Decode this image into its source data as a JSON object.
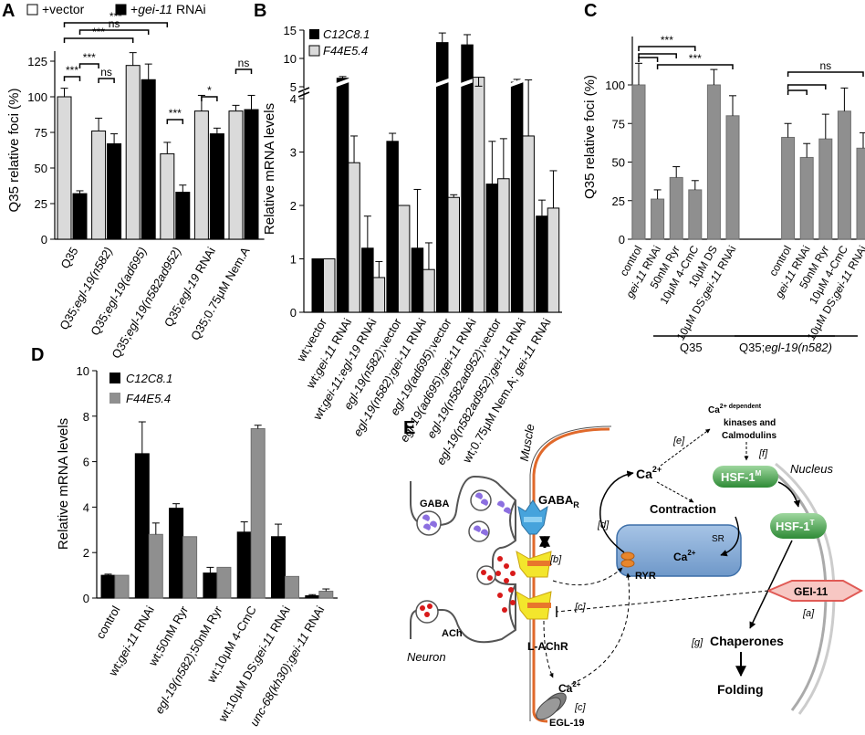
{
  "colors": {
    "black": "#000000",
    "grey": "#8f8f8f",
    "lightgrey": "#dadada",
    "white": "#ffffff",
    "membrane": "#e0692b",
    "ryr": "#7ea7d6",
    "gaba_r": "#46a3dc",
    "achr": "#f3e62c",
    "achr_core": "#e8762c",
    "hsf": "#3c9a45",
    "gei11": "#e05a55",
    "ach_dots": "#d81a1a",
    "gaba_dots": "#8c6fe0",
    "egl19": "#7d7d7d"
  },
  "panel_labels": {
    "A": "A",
    "B": "B",
    "C": "C",
    "D": "D",
    "E": "E"
  },
  "chart_data": [
    {
      "type": "bar",
      "id": "A",
      "ylabel": "Q35 relative foci (%)",
      "ylim": [
        0,
        125
      ],
      "yticks": [
        0,
        25,
        50,
        75,
        100,
        125
      ],
      "legend": [
        {
          "name": "+vector",
          "color": "#ffffff"
        },
        {
          "name": "+gei-11 RNAi",
          "color": "#000000",
          "prefix": "+",
          "italic": "gei-11",
          "suffix": " RNAi"
        }
      ],
      "categories": [
        {
          "label": "Q35",
          "plain": "Q35"
        },
        {
          "label": "Q35;egl-19(n582)",
          "plain": "Q35;",
          "ital": "egl-19(n582)"
        },
        {
          "label": "Q35;egl-19(ad695)",
          "plain": "Q35;",
          "ital": "egl-19(ad695)"
        },
        {
          "label": "Q35;egl-19(n582ad952)",
          "plain": "Q35;",
          "ital": "egl-19(n582ad952)"
        },
        {
          "label": "Q35;egl-19 RNAi",
          "plain": "Q35;",
          "ital": "egl-19",
          "after": " RNAi"
        },
        {
          "label": "Q35;0.75μM Nem.A",
          "plain": "Q35;0.75μM Nem.A"
        }
      ],
      "series": [
        {
          "name": "+vector",
          "values": [
            100,
            76,
            122,
            60,
            90,
            90
          ],
          "errors": [
            6,
            9,
            9,
            8,
            11,
            4
          ]
        },
        {
          "name": "+gei-11 RNAi",
          "values": [
            32,
            67,
            112,
            33,
            74,
            91
          ],
          "errors": [
            2,
            7,
            11,
            5,
            4,
            10
          ]
        }
      ],
      "significance": [
        {
          "label": "***",
          "from": [
            0,
            0
          ],
          "to": [
            0,
            1
          ],
          "level": 0
        },
        {
          "label": "***",
          "from": [
            0,
            1
          ],
          "to": [
            1,
            0
          ],
          "level": 1
        },
        {
          "label": "ns",
          "from": [
            1,
            0
          ],
          "to": [
            1,
            1
          ],
          "level": 2
        },
        {
          "label": "***",
          "from": [
            3,
            0
          ],
          "to": [
            3,
            1
          ],
          "level": 3
        },
        {
          "label": "*",
          "from": [
            4,
            0
          ],
          "to": [
            4,
            1
          ],
          "level": 4
        },
        {
          "label": "ns",
          "from": [
            5,
            0
          ],
          "to": [
            5,
            1
          ],
          "level": 4
        },
        {
          "label": "***",
          "from": [
            0,
            0
          ],
          "to": [
            2,
            0
          ],
          "level": 5
        },
        {
          "label": "ns",
          "from": [
            0,
            1
          ],
          "to": [
            2,
            1
          ],
          "level": 6
        },
        {
          "label": "***",
          "from": [
            0,
            0
          ],
          "to": [
            3,
            0
          ],
          "level": 7
        }
      ]
    },
    {
      "type": "bar",
      "id": "B",
      "ylabel": "Relative mRNA levels",
      "axis_break": true,
      "lower_ylim": [
        0,
        4
      ],
      "lower_yticks": [
        0,
        1,
        2,
        3,
        4
      ],
      "upper_ylim": [
        5,
        15
      ],
      "upper_yticks": [
        5,
        10,
        15
      ],
      "legend": [
        {
          "name": "C12C8.1",
          "color": "#000000"
        },
        {
          "name": "F44E5.4",
          "color": "#dadada"
        }
      ],
      "categories": [
        {
          "label": "wt;vector",
          "plain": "wt;vector"
        },
        {
          "label": "wt;gei-11 RNAi",
          "plain": "wt;",
          "ital": "gei-11",
          "after": " RNAi"
        },
        {
          "label": "wt;gei-11;egl-19 RNAi",
          "plain": "wt;",
          "ital": "gei-11;egl-19",
          "after": " RNAi"
        },
        {
          "label": "egl-19(n582);vector",
          "ital": "egl-19(n582)",
          "after": ";vector"
        },
        {
          "label": "egl-19(n582);gei-11 RNAi",
          "ital": "egl-19(n582);gei-11",
          "after": " RNAi"
        },
        {
          "label": "egl-19(ad695);vector",
          "ital": "egl-19(ad695)",
          "after": ";vector"
        },
        {
          "label": "egl-19(ad695);gei-11 RNAi",
          "ital": "egl-19(ad695);gei-11",
          "after": " RNAi"
        },
        {
          "label": "egl-19(n582ad952);vector",
          "ital": "egl-19(n582ad952)",
          "after": ";vector"
        },
        {
          "label": "egl-19(n582ad952);gei-11 RNAi",
          "ital": "egl-19(n582ad952);gei-11",
          "after": " RNAi"
        },
        {
          "label": "wt;0.75μM Nem.A; gei-11 RNAi",
          "plain": "wt;0.75μM Nem.A; ",
          "ital": "gei-11",
          "after": " RNAi"
        }
      ],
      "series": [
        {
          "name": "C12C8.1",
          "values": [
            1,
            6.5,
            1.2,
            3.2,
            1.2,
            12.8,
            12.4,
            2.4,
            5.8,
            1.8
          ],
          "errors": [
            0,
            0.3,
            0.6,
            0.15,
            1.1,
            1.7,
            1.8,
            0.8,
            0.5,
            0.3
          ]
        },
        {
          "name": "F44E5.4",
          "values": [
            1,
            2.8,
            0.65,
            2,
            0.8,
            2.15,
            4.4,
            2.5,
            3.3,
            1.95
          ],
          "errors": [
            0,
            0.5,
            0.3,
            0,
            0.5,
            0.05,
            0.7,
            0.75,
            1.05,
            0.7
          ]
        }
      ]
    },
    {
      "type": "bar",
      "id": "C",
      "ylabel": "Q35 relative foci (%)",
      "ylim": [
        0,
        125
      ],
      "yticks": [
        0,
        25,
        50,
        75,
        100
      ],
      "group_labels": [
        {
          "label": "Q35"
        },
        {
          "label": "Q35;egl-19(n582)",
          "plain": "Q35;",
          "ital": "egl-19(n582)"
        }
      ],
      "categories": [
        {
          "label": "control",
          "plain": "control"
        },
        {
          "label": "gei-11 RNAi",
          "ital": "gei-11",
          "after": " RNAi"
        },
        {
          "label": "50nM Ryr",
          "plain": "50nM Ryr"
        },
        {
          "label": "10μM 4-CmC",
          "plain": "10μM 4-CmC"
        },
        {
          "label": "10μM DS",
          "plain": "10μM DS"
        },
        {
          "label": "10μM DS;gei-11 RNAi",
          "plain": "10μM DS;",
          "ital": "gei-11",
          "after": " RNAi"
        },
        {
          "label": "control",
          "plain": "control"
        },
        {
          "label": "gei-11 RNAi",
          "ital": "gei-11",
          "after": " RNAi"
        },
        {
          "label": "50nM Ryr",
          "plain": "50nM Ryr"
        },
        {
          "label": "10μM 4-CmC",
          "plain": "10μM 4-CmC"
        },
        {
          "label": "10μM DS;gei-11 RNAi",
          "plain": "10μM DS;",
          "ital": "gei-11",
          "after": " RNAi"
        }
      ],
      "series": [
        {
          "name": "",
          "values": [
            100,
            26,
            40,
            32,
            100,
            80,
            66,
            53,
            65,
            83,
            59
          ],
          "errors": [
            14,
            6,
            7,
            6,
            10,
            13,
            9,
            9,
            16,
            15,
            10
          ]
        }
      ],
      "significance": [
        {
          "label": "***",
          "from": 0,
          "to": 3,
          "level": 3
        },
        {
          "label": "***",
          "from": 1,
          "to": 5,
          "level": 2
        },
        {
          "label": "",
          "from": 0,
          "to": 2,
          "level": 1
        },
        {
          "label": "",
          "from": 0,
          "to": 1,
          "level": 0
        },
        {
          "label": "ns",
          "from": 6,
          "to": 10,
          "level": 3
        },
        {
          "label": "",
          "from": 6,
          "to": 8,
          "level": 1
        },
        {
          "label": "",
          "from": 6,
          "to": 7,
          "level": 0
        }
      ]
    },
    {
      "type": "bar",
      "id": "D",
      "ylabel": "Relative mRNA levels",
      "ylim": [
        0,
        10
      ],
      "yticks": [
        0,
        2,
        4,
        6,
        8,
        10
      ],
      "legend": [
        {
          "name": "C12C8.1",
          "color": "#000000"
        },
        {
          "name": "F44E5.4",
          "color": "#8f8f8f"
        }
      ],
      "categories": [
        {
          "label": "control",
          "plain": "control"
        },
        {
          "label": "wt;gei-11 RNAi",
          "plain": "wt;",
          "ital": "gei-11",
          "after": " RNAi"
        },
        {
          "label": "wt;50nM Ryr",
          "plain": "wt;50nM Ryr"
        },
        {
          "label": "egl-19(n582);50nM Ryr",
          "ital": "egl-19(n582)",
          "after": ";50nM Ryr"
        },
        {
          "label": "wt;10μM 4-CmC",
          "plain": "wt;10μM 4-CmC"
        },
        {
          "label": "wt;10μM DS;gei-11 RNAi",
          "plain": "wt;10μM DS;",
          "ital": "gei-11",
          "after": " RNAi"
        },
        {
          "label": "unc-68(kh30);gei-11 RNAi",
          "ital": "unc-68(kh30);gei-11",
          "after": " RNAi"
        }
      ],
      "series": [
        {
          "name": "C12C8.1",
          "values": [
            1,
            6.35,
            3.95,
            1.1,
            2.9,
            2.7,
            0.1
          ],
          "errors": [
            0.05,
            1.4,
            0.2,
            0.25,
            0.45,
            0.55,
            0.05
          ]
        },
        {
          "name": "F44E5.4",
          "values": [
            1,
            2.8,
            2.7,
            1.35,
            7.45,
            0.95,
            0.3
          ],
          "errors": [
            0,
            0.5,
            0,
            0,
            0.15,
            0,
            0.1
          ]
        }
      ]
    }
  ],
  "diagram": {
    "muscle": "Muscle",
    "neuron": "Neuron",
    "nucleus": "Nucleus",
    "gaba": "GABA",
    "ach": "ACh",
    "gaba_r": "GABA",
    "gaba_r_sub": "R",
    "l_achr": "L-AChR",
    "ryr": "RYR",
    "sr": "SR",
    "ca": "Ca",
    "ca_sup": "2+",
    "contraction": "Contraction",
    "kinases_line1": "2+ dependent",
    "kinases_line2": "kinases and",
    "kinases_line3": "Calmodulins",
    "hsf_m": "HSF-1",
    "hsf_m_sup": "M",
    "hsf_t": "HSF-1",
    "hsf_t_sup": "T",
    "gei11": "GEI-11",
    "chaperones": "Chaperones",
    "folding": "Folding",
    "egl19": "EGL-19",
    "tags": {
      "a": "[a]",
      "b": "[b]",
      "c1": "[c]",
      "c2": "[c]",
      "d": "[d]",
      "e": "[e]",
      "f": "[f]",
      "g": "[g]"
    }
  }
}
